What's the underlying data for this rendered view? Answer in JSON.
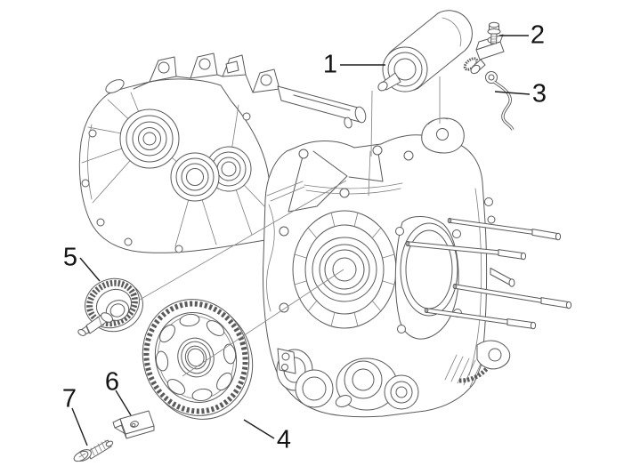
{
  "diagram": {
    "kind": "exploded-parts-diagram",
    "background_color": "#ffffff",
    "line_color": "#5a5a5a",
    "label_color": "#141414",
    "callouts": [
      {
        "label": "1",
        "target": "starter-motor"
      },
      {
        "label": "2",
        "target": "terminal-bolt"
      },
      {
        "label": "3",
        "target": "ground-cable"
      },
      {
        "label": "4",
        "target": "starter-driven-gear"
      },
      {
        "label": "5",
        "target": "idler-gear"
      },
      {
        "label": "6",
        "target": "retainer-plate"
      },
      {
        "label": "7",
        "target": "retainer-screw"
      }
    ]
  }
}
